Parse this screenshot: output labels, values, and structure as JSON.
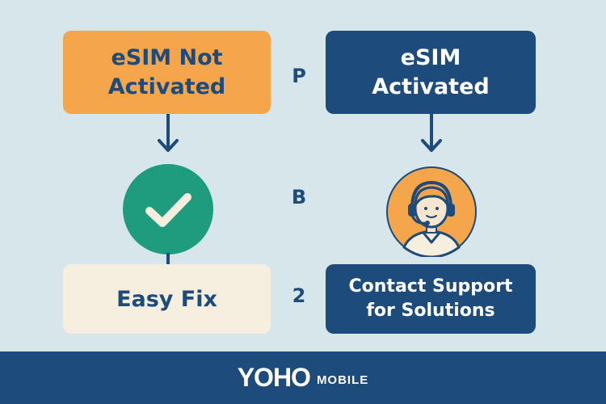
{
  "left_column": {
    "top_box": {
      "line1": "eSIM Not",
      "line2": "Activated"
    },
    "bottom_box": {
      "label": "Easy Fix"
    }
  },
  "right_column": {
    "top_box": {
      "line1": "eSIM",
      "line2": "Activated"
    },
    "bottom_box": {
      "line1": "Contact Support",
      "line2": "for Solutions"
    }
  },
  "middle_labels": {
    "top": "P",
    "middle": "B",
    "bottom": "2"
  },
  "icons": {
    "left": "checkmark-icon",
    "right": "support-agent-icon"
  },
  "footer": {
    "brand": "YOHO",
    "subtitle": "MOBILE"
  },
  "colors": {
    "background": "#d6e6ea",
    "navy": "#1c4b7c",
    "orange": "#f5a54a",
    "green": "#1f9c7e",
    "cream": "#f6efdf",
    "white": "#ffffff"
  }
}
